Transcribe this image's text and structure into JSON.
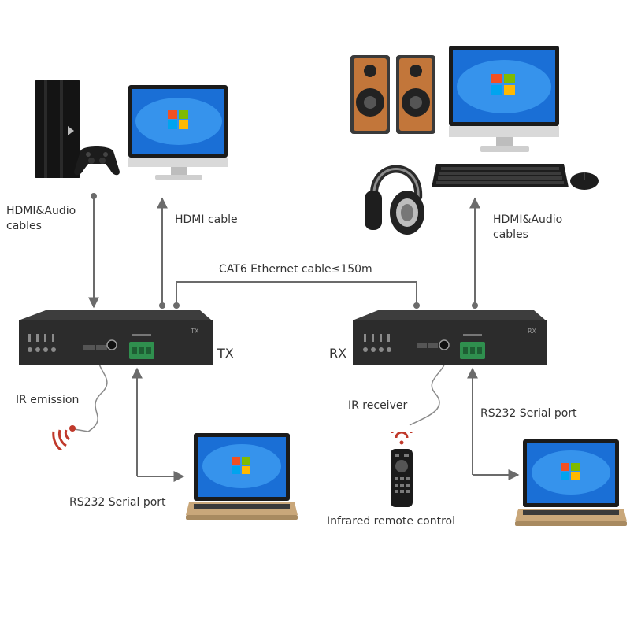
{
  "labels": {
    "tx_hdmi_audio_in": [
      "HDMI&Audio",
      "cables"
    ],
    "tx_hdmi_out": "HDMI cable",
    "cat6": "CAT6 Ethernet cable≤150m",
    "rx_hdmi_audio_out": [
      "HDMI&Audio",
      "cables"
    ],
    "tx_tag": "TX",
    "rx_tag": "RX",
    "ir_emission": "IR emission",
    "ir_receiver": "IR receiver",
    "rs232_rx": "RS232 Serial port",
    "rs232_tx": "RS232 Serial port",
    "remote": "Infrared remote control"
  },
  "devices": {
    "tx_box_front": "TX",
    "rx_box_front": "RX"
  },
  "colors": {
    "line": "#6b6b6b",
    "box": "#2c2c2c",
    "box_top": "#3d3d3d",
    "screen": "#1a6fd6",
    "screen_light": "#4fb0ff",
    "ir_red": "#c0392b",
    "terminal": "#2f8f4e"
  },
  "icons": [
    "game-console-icon",
    "monitor-icon",
    "speakers-icon",
    "headphones-icon",
    "keyboard-icon",
    "mouse-icon",
    "laptop-icon",
    "remote-control-icon",
    "ir-signal-icon"
  ]
}
